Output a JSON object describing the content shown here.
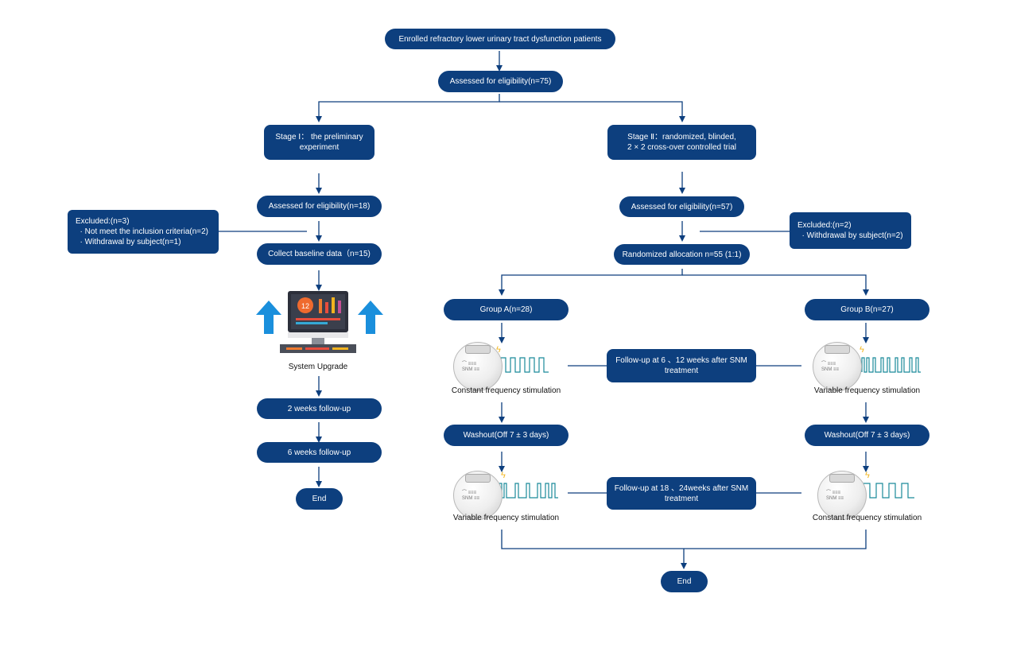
{
  "top": {
    "enrolled": "Enrolled  refractory lower urinary tract dysfunction patients",
    "assessed": "Assessed for eligibility(n=75)"
  },
  "stage1": {
    "title": "Stage Ⅰ：  the preliminary\nexperiment",
    "assessed": "Assessed for eligibility(n=18)",
    "excluded": "Excluded:(n=3)\n  · Not meet the inclusion criteria(n=2)\n  · Withdrawal by subject(n=1)",
    "baseline": "Collect baseline data（n=15)",
    "system_upgrade": "System Upgrade",
    "monitor_badge": "12",
    "followup_2": "2 weeks follow-up",
    "followup_6": "6 weeks follow-up",
    "end": "End"
  },
  "stage2": {
    "title": "Stage Ⅱ：randomized, blinded,\n2 × 2 cross-over controlled trial",
    "assessed": "Assessed for eligibility(n=57)",
    "excluded": "Excluded:(n=2)\n  · Withdrawal by subject(n=2)",
    "randomized": "Randomized allocation n=55 (1:1)",
    "group_a": "Group A(n=28)",
    "group_b": "Group B(n=27)",
    "followup_1": "Follow-up at 6 、12 weeks after SNM\ntreatment",
    "followup_2": "Follow-up at 18 、24weeks after SNM\ntreatment",
    "a_first": "Constant frequency stimulation",
    "b_first": "Variable frequency stimulation",
    "washout_a": "Washout(Off 7 ± 3 days)",
    "washout_b": "Washout(Off 7 ± 3 days)",
    "a_second": "Variable frequency stimulation",
    "b_second": "Constant frequency stimulation",
    "end": "End"
  },
  "colors": {
    "box": "#0d3f7e",
    "line": "#0d3f7e",
    "wave": "#1a8a9a",
    "up_arrow": "#1a8fdc"
  },
  "icons": [
    "monitor-icon",
    "up-arrow-icon",
    "neurostimulator-device-icon",
    "pulse-wave-icon",
    "lightning-icon"
  ]
}
